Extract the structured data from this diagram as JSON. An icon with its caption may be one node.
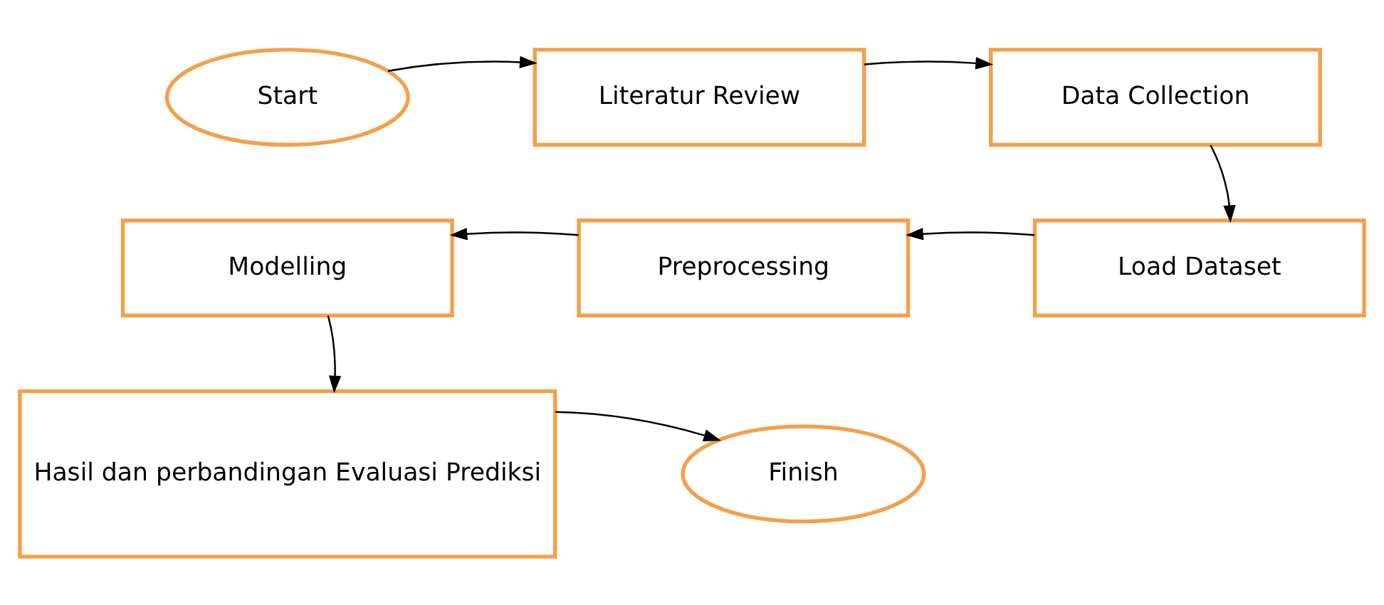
{
  "diagram": {
    "nodes": [
      {
        "text": [
          "Start"
        ]
      },
      {
        "text": [
          "Literatur Review"
        ]
      },
      {
        "text": [
          "Data Collection"
        ]
      },
      {
        "text": [
          "Modelling"
        ]
      },
      {
        "text": [
          "Preprocessing"
        ]
      },
      {
        "text": [
          "Load Dataset"
        ]
      },
      {
        "text": [
          "Hasil dan perbandingan Evaluasi Prediksi"
        ]
      },
      {
        "text": [
          "Finish"
        ]
      }
    ],
    "edges": [
      {
        "from": 0,
        "to": 1,
        "arrow": "to"
      },
      {
        "from": 1,
        "to": 2,
        "arrow": "to"
      },
      {
        "from": 2,
        "to": 5,
        "arrow": "to"
      },
      {
        "from": 5,
        "to": 4,
        "arrow": "to"
      },
      {
        "from": 4,
        "to": 3,
        "arrow": "to"
      },
      {
        "from": 3,
        "to": 6,
        "arrow": "to"
      },
      {
        "from": 6,
        "to": 7,
        "arrow": "to"
      }
    ]
  }
}
